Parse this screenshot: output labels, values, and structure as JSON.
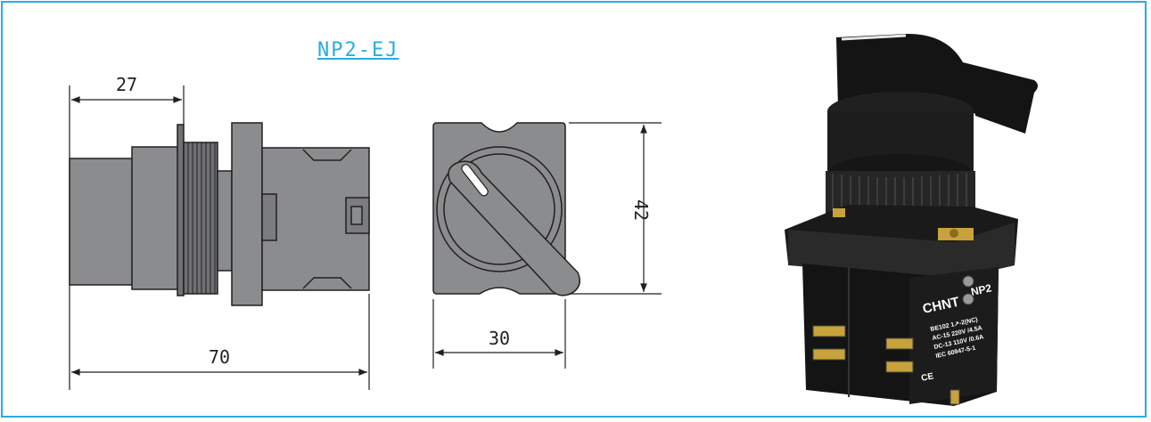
{
  "model": "NP2-EJ",
  "dimensions": {
    "front_length": "27",
    "total_length": "70",
    "face_width": "30",
    "face_height": "42"
  },
  "product_labels": {
    "brand": "CHNT",
    "series": "NP2",
    "contact_line": "BE102 1↗-2(NC)",
    "ac_rating": "AC-15 220V /4.5A",
    "dc_rating": "DC-13 110V /0.6A",
    "standard": "IEC 60947-5-1",
    "mark": "CE"
  },
  "colors": {
    "frame": "#29abe2",
    "drawing_fill": "#8a8c8e",
    "drawing_line": "#231f20",
    "product_body": "#1b1b1b"
  }
}
